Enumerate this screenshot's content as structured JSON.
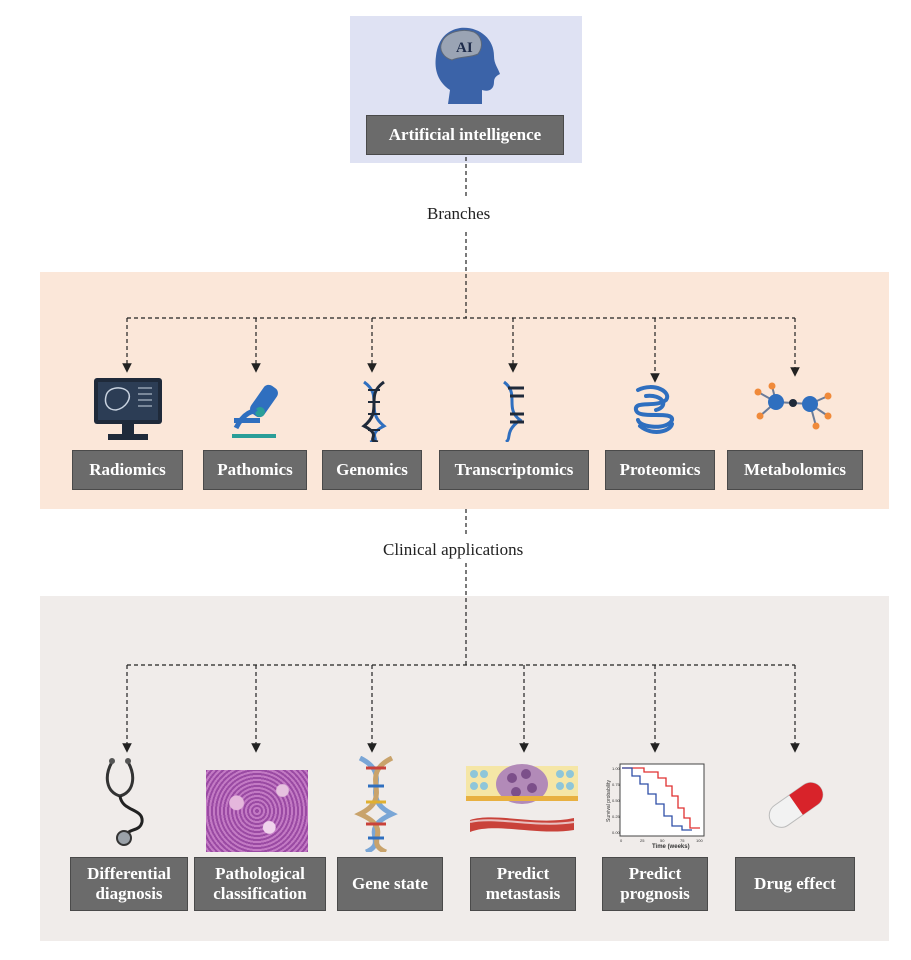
{
  "top": {
    "label": "Artificial intelligence",
    "icon": "ai-head-icon",
    "icon_text": "AI"
  },
  "captions": {
    "branches": "Branches",
    "clinical": "Clinical applications"
  },
  "branches": [
    {
      "label": "Radiomics",
      "icon": "monitor-icon"
    },
    {
      "label": "Pathomics",
      "icon": "microscope-icon"
    },
    {
      "label": "Genomics",
      "icon": "dna-icon"
    },
    {
      "label": "Transcriptomics",
      "icon": "rna-icon"
    },
    {
      "label": "Proteomics",
      "icon": "protein-icon"
    },
    {
      "label": "Metabolomics",
      "icon": "molecule-icon"
    }
  ],
  "applications": [
    {
      "label": "Differential diagnosis",
      "line1": "Differential",
      "line2": "diagnosis",
      "icon": "stethoscope-icon"
    },
    {
      "label": "Pathological classification",
      "line1": "Pathological",
      "line2": "classification",
      "icon": "histology-image-icon"
    },
    {
      "label": "Gene state",
      "line1": "Gene state",
      "line2": "",
      "icon": "dna-helix-image-icon"
    },
    {
      "label": "Predict metastasis",
      "line1": "Predict",
      "line2": "metastasis",
      "icon": "metastasis-image-icon"
    },
    {
      "label": "Predict prognosis",
      "line1": "Predict",
      "line2": "prognosis",
      "icon": "survival-curve-icon"
    },
    {
      "label": "Drug effect",
      "line1": "Drug effect",
      "line2": "",
      "icon": "pill-icon"
    }
  ],
  "survival_plot": {
    "ylabel": "Survival probability",
    "xlabel": "Time (weeks)",
    "yticks": [
      "1.00",
      "0.75",
      "0.50",
      "0.25",
      "0.00"
    ],
    "xticks": [
      "0",
      "25",
      "50",
      "75",
      "100"
    ]
  },
  "colors": {
    "label_bg": "#6b6b6b",
    "top_panel": "#dfe2f3",
    "mid_panel": "#fbe7d9",
    "bot_panel": "#f0ecea",
    "icon_blue": "#2f6fbf"
  }
}
